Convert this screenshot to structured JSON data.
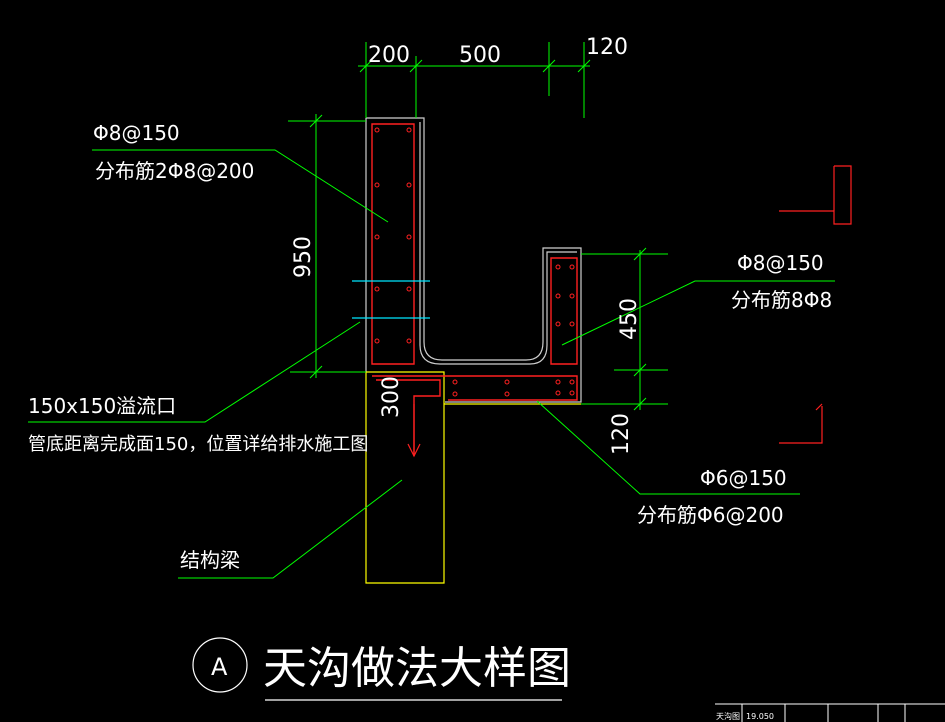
{
  "drawing": {
    "title": "天沟做法大样图",
    "detail_marker": "A",
    "background": "#000000",
    "colors": {
      "outline": "#ffffff",
      "beam": "#ffff00",
      "rebar": "#ff0000",
      "dimension": "#00ff00",
      "leader": "#00ff00",
      "cyan_line": "#00ffff",
      "text": "#ffffff"
    }
  },
  "dimensions": {
    "top": [
      "200",
      "500",
      "120"
    ],
    "left_height": "950",
    "right_height": "450",
    "beam_height": "300",
    "slab_thickness": "120"
  },
  "annotations": {
    "left_wall_main": "Φ8@150",
    "left_wall_dist": "分布筋2Φ8@200",
    "right_wall_main": "Φ8@150",
    "right_wall_dist": "分布筋8Φ8",
    "overflow_title": "150x150溢流口",
    "overflow_note": "管底距离完成面150，位置详给排水施工图",
    "bottom_main": "Φ6@150",
    "bottom_dist": "分布筋Φ6@200",
    "beam_label": "结构梁"
  },
  "title_block": {
    "cell_1": "天沟图",
    "cell_2": "19.050"
  }
}
